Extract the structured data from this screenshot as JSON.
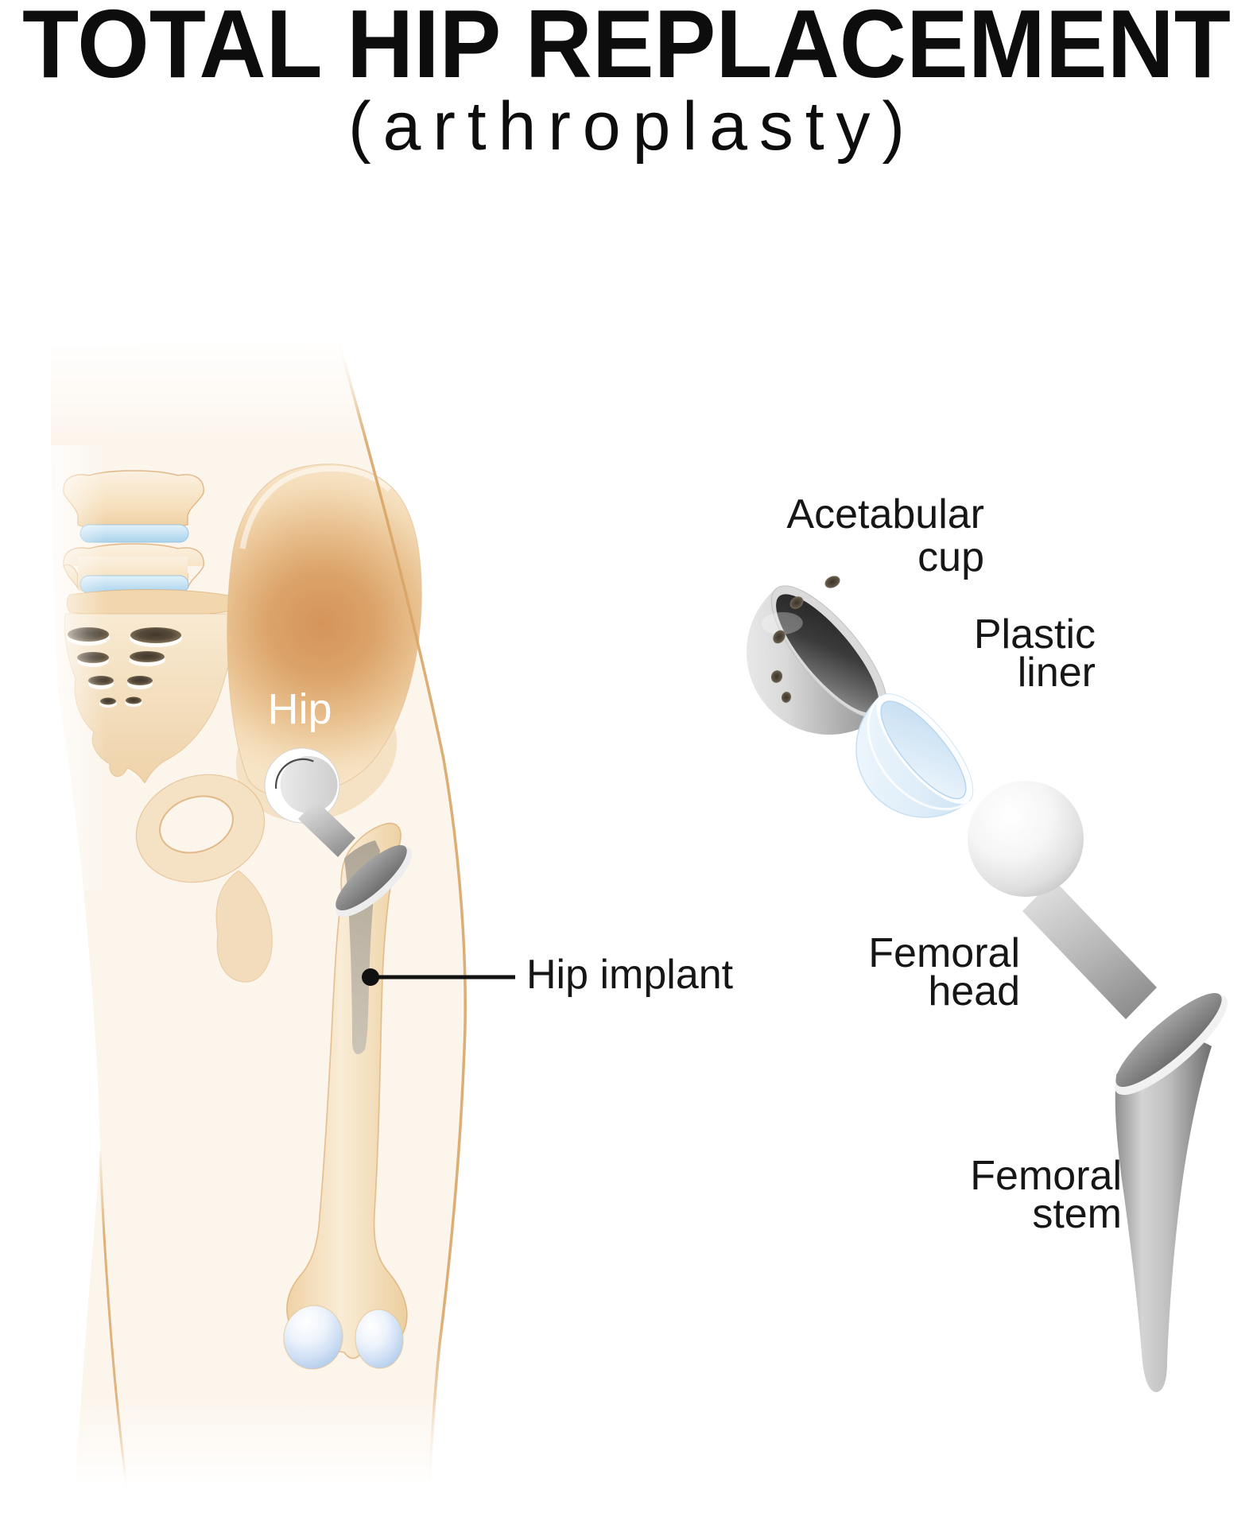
{
  "title": {
    "main": "TOTAL HIP REPLACEMENT",
    "subtitle": "(arthroplasty)"
  },
  "left_figure": {
    "bone_label": "Hip",
    "callout_label": "Hip implant"
  },
  "right_figure": {
    "labels": [
      {
        "id": "acetabular-cup",
        "line1": "Acetabular",
        "line2": "cup"
      },
      {
        "id": "plastic-liner",
        "line1": "Plastic",
        "line2": "liner"
      },
      {
        "id": "femoral-head",
        "line1": "Femoral",
        "line2": "head"
      },
      {
        "id": "femoral-stem",
        "line1": "Femoral",
        "line2": "stem"
      }
    ]
  },
  "colors": {
    "title_text": "#0d0d0d",
    "label_text": "#161616",
    "bone_outline": "#d9a566",
    "bone_fill": "#f6e2c4",
    "bone_shade": "#d5945a",
    "skin_fill": "#fcf5ec",
    "disc_blue": "#b4d8ee",
    "condyle_blue": "#aac6e8",
    "metal_light": "#dcdcdc",
    "metal_dark": "#767676",
    "cup_interior": "#2a2a2a",
    "liner_blue": "#d3e7f6",
    "implant_white": "#ffffff",
    "callout_black": "#111111"
  }
}
